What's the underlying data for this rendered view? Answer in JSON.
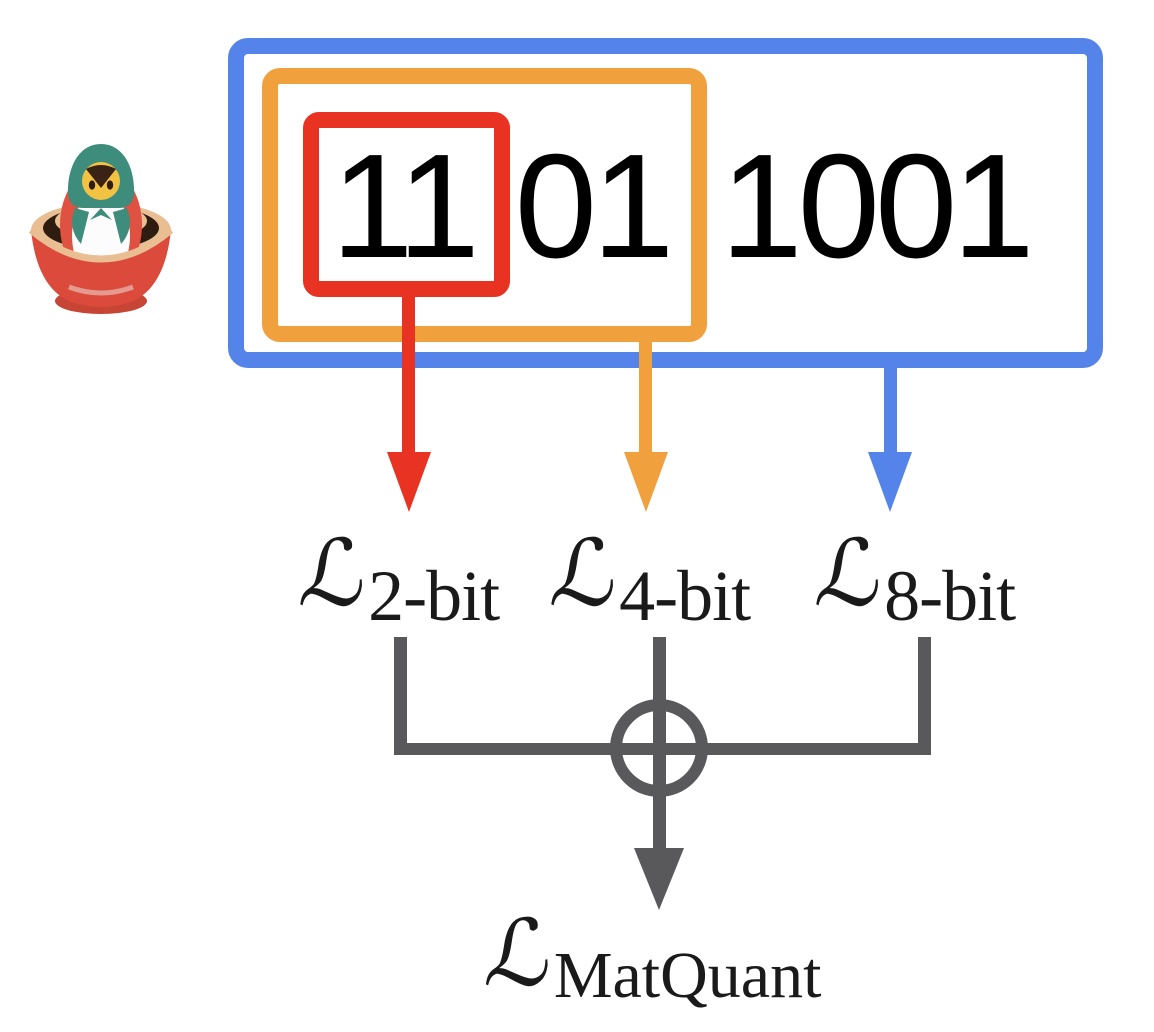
{
  "colors": {
    "background": "#FFFFFF",
    "blue_8bit": "#5483EA",
    "orange_4bit": "#F0A03C",
    "red_2bit": "#E93322",
    "gray": "#59595B",
    "digits": "#000000",
    "math_text": "#1A1A1A"
  },
  "bit_string": {
    "groups": [
      {
        "bits": "11"
      },
      {
        "bits": "01"
      },
      {
        "bits": "1001"
      }
    ]
  },
  "loss_labels": [
    {
      "symbol": "ℒ",
      "subscript": "2-bit"
    },
    {
      "symbol": "ℒ",
      "subscript": "4-bit"
    },
    {
      "symbol": "ℒ",
      "subscript": "8-bit"
    }
  ],
  "combiner_operator": "⊕",
  "final_loss": {
    "symbol": "ℒ",
    "subscript": "MatQuant"
  },
  "icons": {
    "matryoshka": "nesting-dolls-emoji"
  }
}
